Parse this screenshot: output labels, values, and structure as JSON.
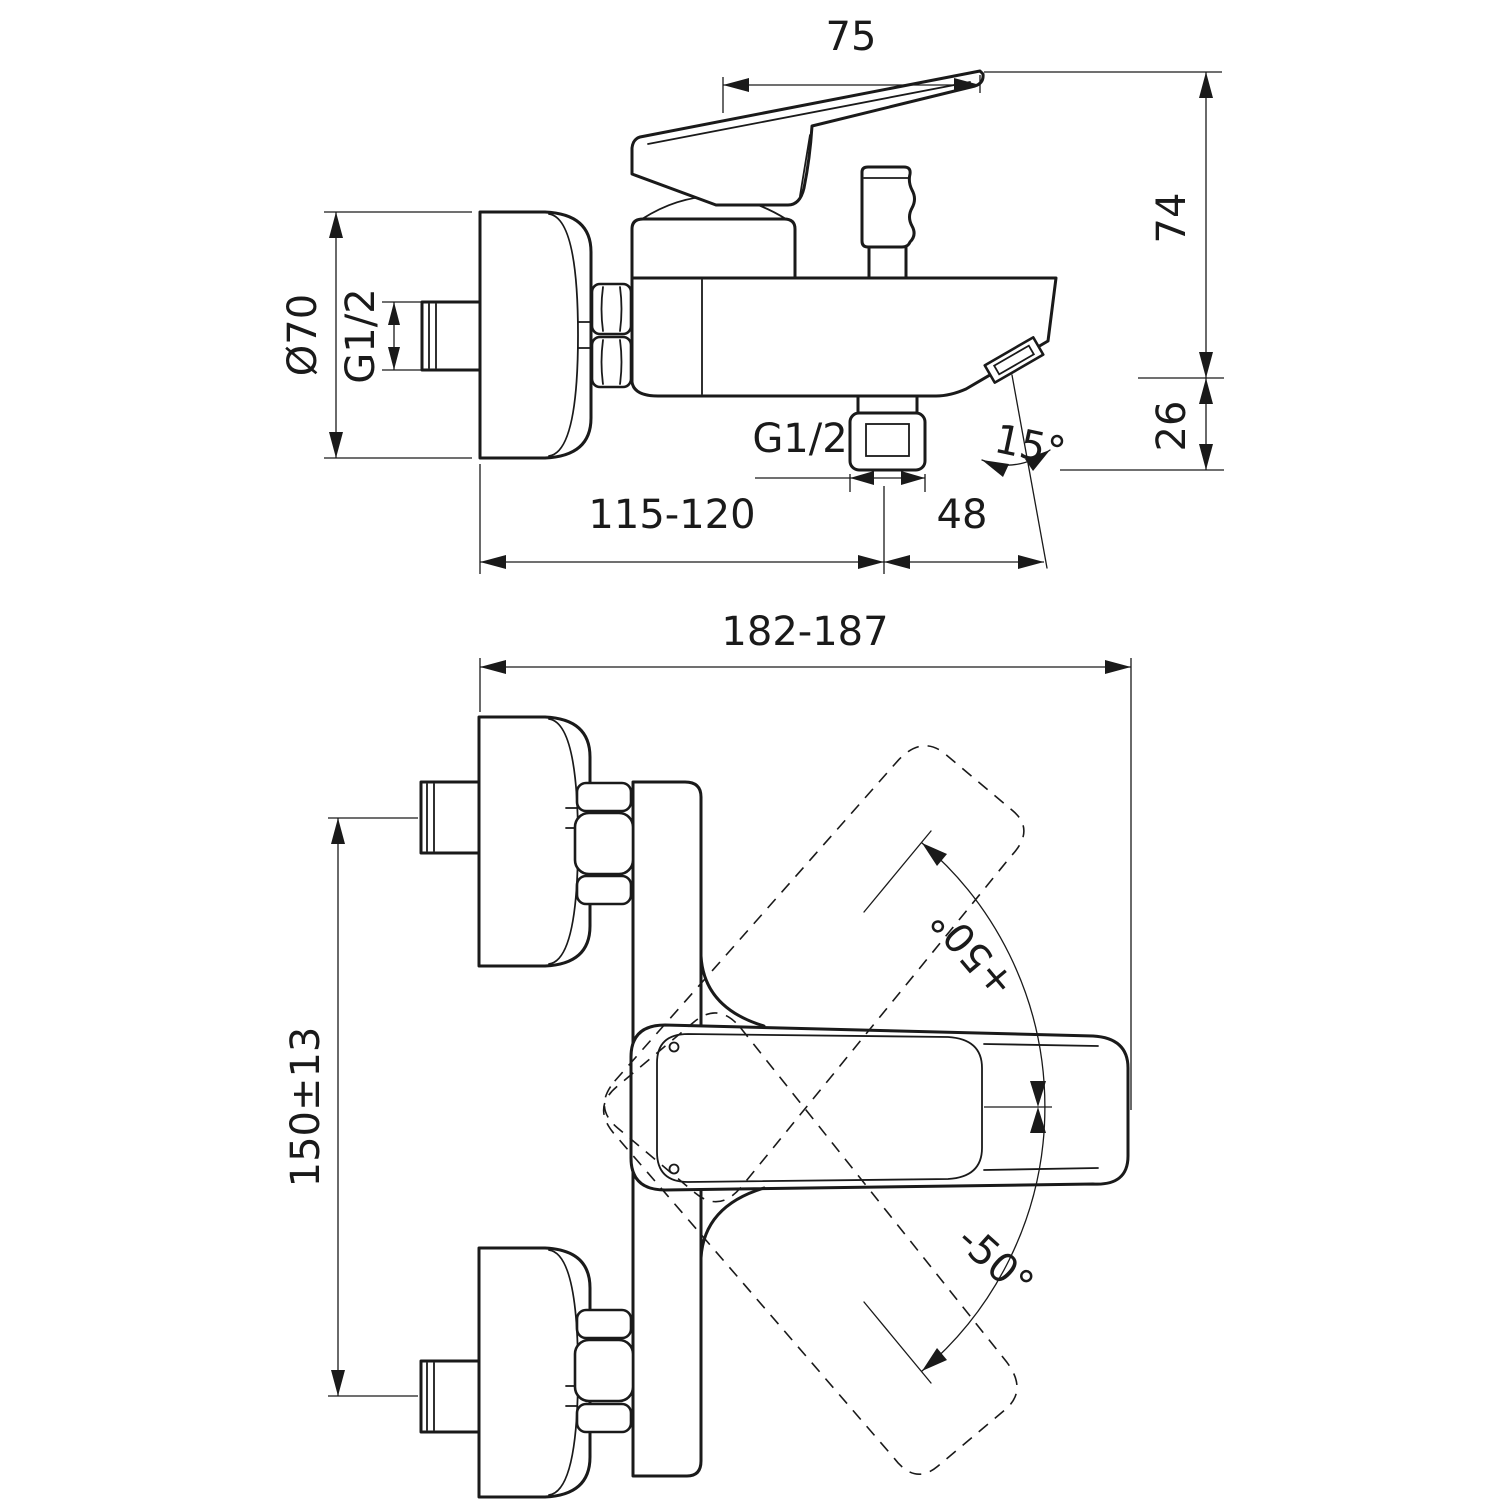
{
  "drawing": {
    "type": "installation dimension drawing, wall-mounted single-lever bath/shower mixer",
    "colors": {
      "line": "#1a1a1a",
      "background": "#ffffff"
    },
    "top_view": {
      "dim_handle_length": "75",
      "dim_height_above_spout": "74",
      "dim_spout_drop": "26",
      "dim_flange_diameter": "Ø70",
      "dim_inlet_thread": "G1/2",
      "dim_outlet_thread": "G1/2",
      "dim_wall_distance": "115-120",
      "dim_spout_reach": "48",
      "dim_spray_angle": "15°"
    },
    "front_view": {
      "dim_overall_width": "182-187",
      "dim_inlet_spacing": "150±13",
      "dim_handle_swing_up": "+50°",
      "dim_handle_swing_down": "-50°"
    }
  }
}
